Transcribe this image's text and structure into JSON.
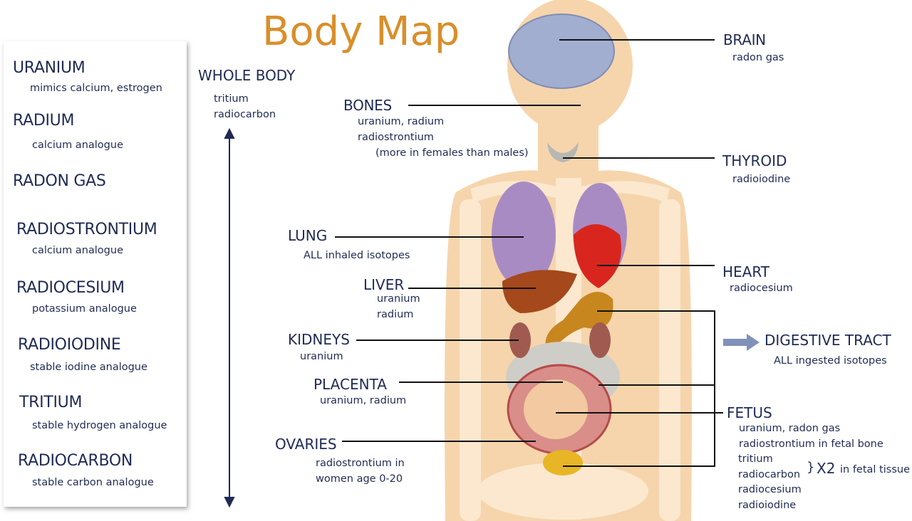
{
  "title": "Body Map",
  "legend": [
    {
      "name": "URANIUM",
      "desc": "mimics calcium, estrogen"
    },
    {
      "name": "RADIUM",
      "desc": "calcium analogue"
    },
    {
      "name": "RADON GAS",
      "desc": ""
    },
    {
      "name": "RADIOSTRONTIUM",
      "desc": "calcium analogue"
    },
    {
      "name": "RADIOCESIUM",
      "desc": "potassium analogue"
    },
    {
      "name": "RADIOIODINE",
      "desc": "stable iodine analogue"
    },
    {
      "name": "TRITIUM",
      "desc": "stable hydrogen analogue"
    },
    {
      "name": "RADIOCARBON",
      "desc": "stable carbon analogue"
    }
  ],
  "whole_body": {
    "label": "WHOLE BODY",
    "items": [
      "tritium",
      "radiocarbon"
    ]
  },
  "organs": {
    "brain": {
      "label": "BRAIN",
      "items": [
        "radon gas"
      ]
    },
    "bones": {
      "label": "BONES",
      "items": [
        "uranium, radium",
        "radiostrontium",
        "(more in females than males)"
      ]
    },
    "thyroid": {
      "label": "THYROID",
      "items": [
        "radioiodine"
      ]
    },
    "lung": {
      "label": "LUNG",
      "items": [
        "ALL inhaled isotopes"
      ]
    },
    "heart": {
      "label": "HEART",
      "items": [
        "radiocesium"
      ]
    },
    "liver": {
      "label": "LIVER",
      "items": [
        "uranium",
        "radium"
      ]
    },
    "digestive": {
      "label": "DIGESTIVE TRACT",
      "items": [
        "ALL ingested isotopes"
      ]
    },
    "kidneys": {
      "label": "KIDNEYS",
      "items": [
        "uranium"
      ]
    },
    "placenta": {
      "label": "PLACENTA",
      "items": [
        "uranium, radium"
      ]
    },
    "ovaries": {
      "label": "OVARIES",
      "items": [
        "radiostrontium in",
        "women age 0-20"
      ]
    },
    "fetus": {
      "label": "FETUS",
      "items": [
        "uranium, radon gas",
        "radiostrontium in fetal bone",
        "tritium",
        "radiocarbon",
        "radiocesium",
        "radioiodine"
      ],
      "brace": "}",
      "multiplier": "X2",
      "multiplier_note": "in fetal tissue"
    }
  },
  "colors": {
    "title": "#d98f2b",
    "text": "#1f2b55",
    "skin": "#f6d5ac",
    "arrow": "#8090b8"
  }
}
